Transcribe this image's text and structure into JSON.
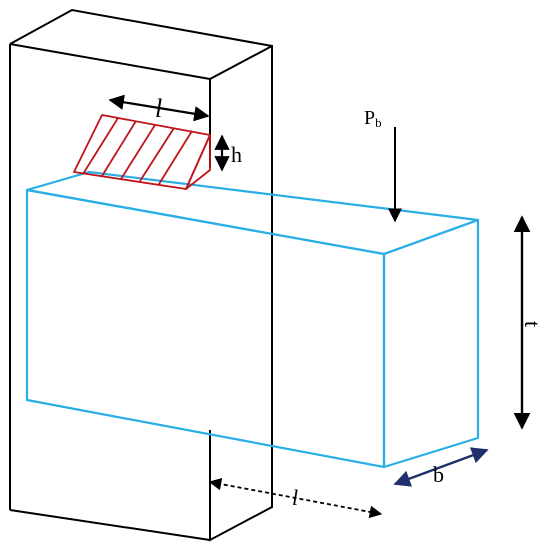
{
  "diagram": {
    "labels": {
      "weld_length_top": "l",
      "weld_height": "h",
      "load": "P",
      "load_subscript": "b",
      "thickness": "t",
      "width": "b",
      "weld_length_bottom": "l"
    },
    "colors": {
      "plate_outline": "#000000",
      "beam_outline": "#29aee6",
      "weld_hatch": "#c0141b",
      "width_arrow": "#1f2f6b",
      "background": "#ffffff"
    }
  }
}
